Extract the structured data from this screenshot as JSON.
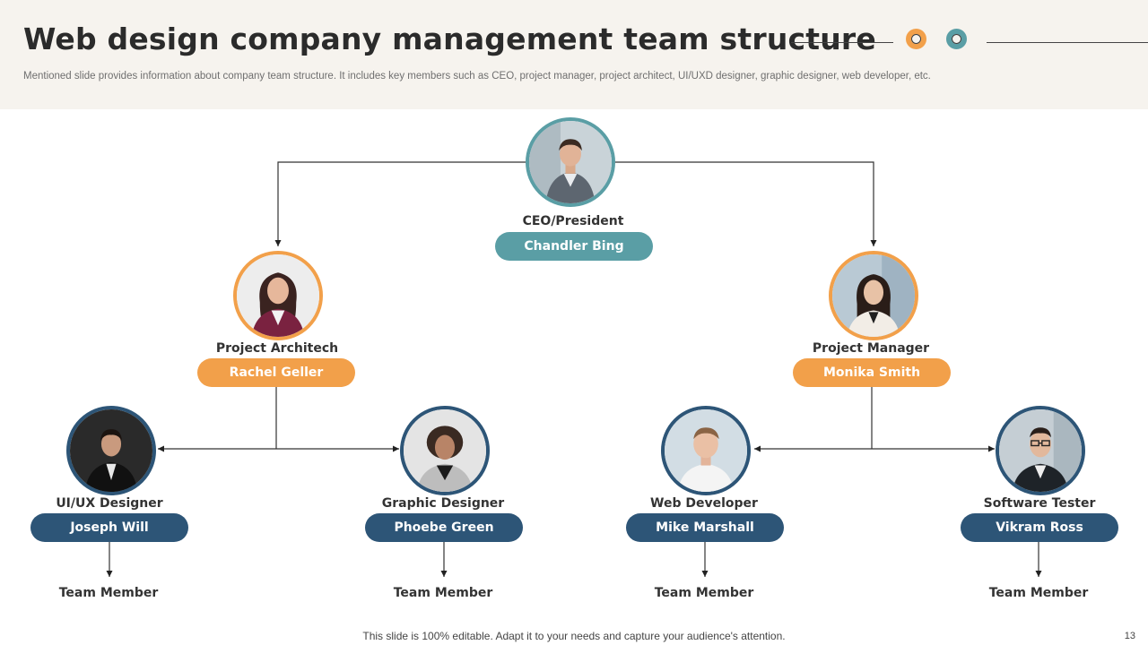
{
  "header": {
    "title": "Web design company management team structure",
    "subtitle": "Mentioned slide provides information about company team structure. It includes key members such as CEO, project manager, project architect, UI/UXD  designer, graphic designer, web developer, etc."
  },
  "ceo": {
    "role": "CEO/President",
    "name": "Chandler Bing"
  },
  "architect": {
    "role": "Project Architech",
    "name": "Rachel Geller"
  },
  "manager": {
    "role": "Project Manager",
    "name": "Monika Smith"
  },
  "members": [
    {
      "role": "UI/UX  Designer",
      "name": "Joseph Will",
      "team": "Team Member"
    },
    {
      "role": "Graphic Designer",
      "name": "Phoebe Green",
      "team": "Team Member"
    },
    {
      "role": "Web Developer",
      "name": "Mike Marshall",
      "team": "Team Member"
    },
    {
      "role": "Software Tester",
      "name": "Vikram Ross",
      "team": "Team Member"
    }
  ],
  "footer": {
    "note": "This slide is 100% editable. Adapt it to your needs and capture your audience's attention.",
    "page": "13"
  },
  "colors": {
    "teal": "#5a9ea5",
    "orange": "#f2a04a",
    "navy": "#2d5577",
    "header_bg": "#f6f3ee"
  },
  "icons": [
    "ring-orange-icon",
    "ring-teal-icon",
    "person-photo-icon"
  ]
}
